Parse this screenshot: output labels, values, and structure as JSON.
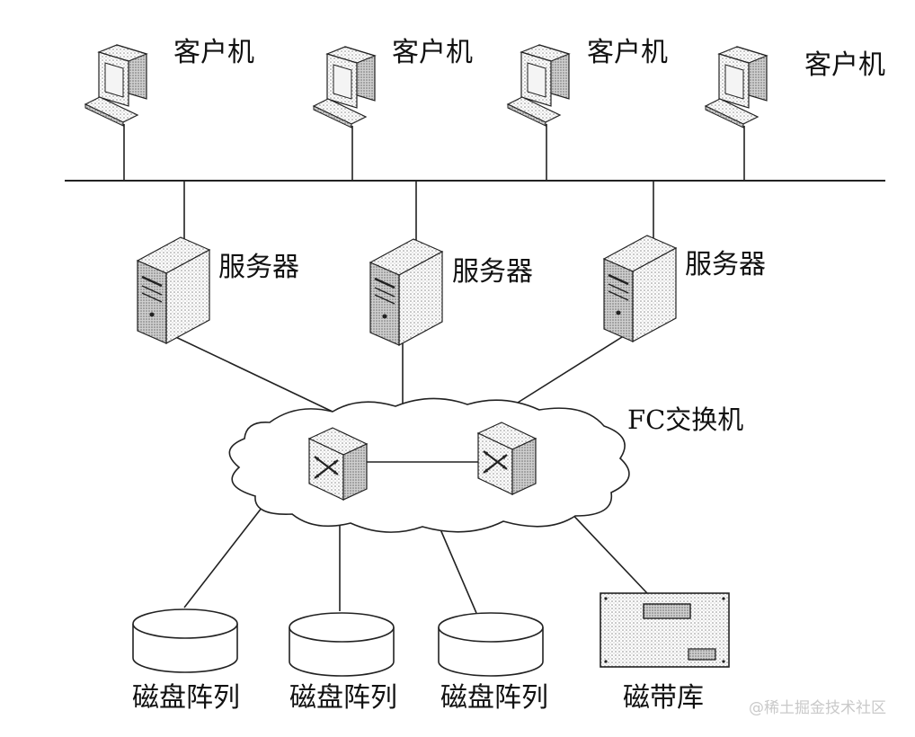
{
  "clients": [
    {
      "label": "客户机"
    },
    {
      "label": "客户机"
    },
    {
      "label": "客户机"
    },
    {
      "label": "客户机"
    }
  ],
  "servers": [
    {
      "label": "服务器"
    },
    {
      "label": "服务器"
    },
    {
      "label": "服务器"
    }
  ],
  "switch_cloud": {
    "label": "FC交换机"
  },
  "storage": [
    {
      "label": "磁盘阵列",
      "kind": "disk-array"
    },
    {
      "label": "磁盘阵列",
      "kind": "disk-array"
    },
    {
      "label": "磁盘阵列",
      "kind": "disk-array"
    },
    {
      "label": "磁带库",
      "kind": "tape-library"
    }
  ],
  "watermark": "@稀土掘金技术社区",
  "colors": {
    "line": "#222222",
    "fill": "#ffffff",
    "shade": "#d8d8d8"
  }
}
